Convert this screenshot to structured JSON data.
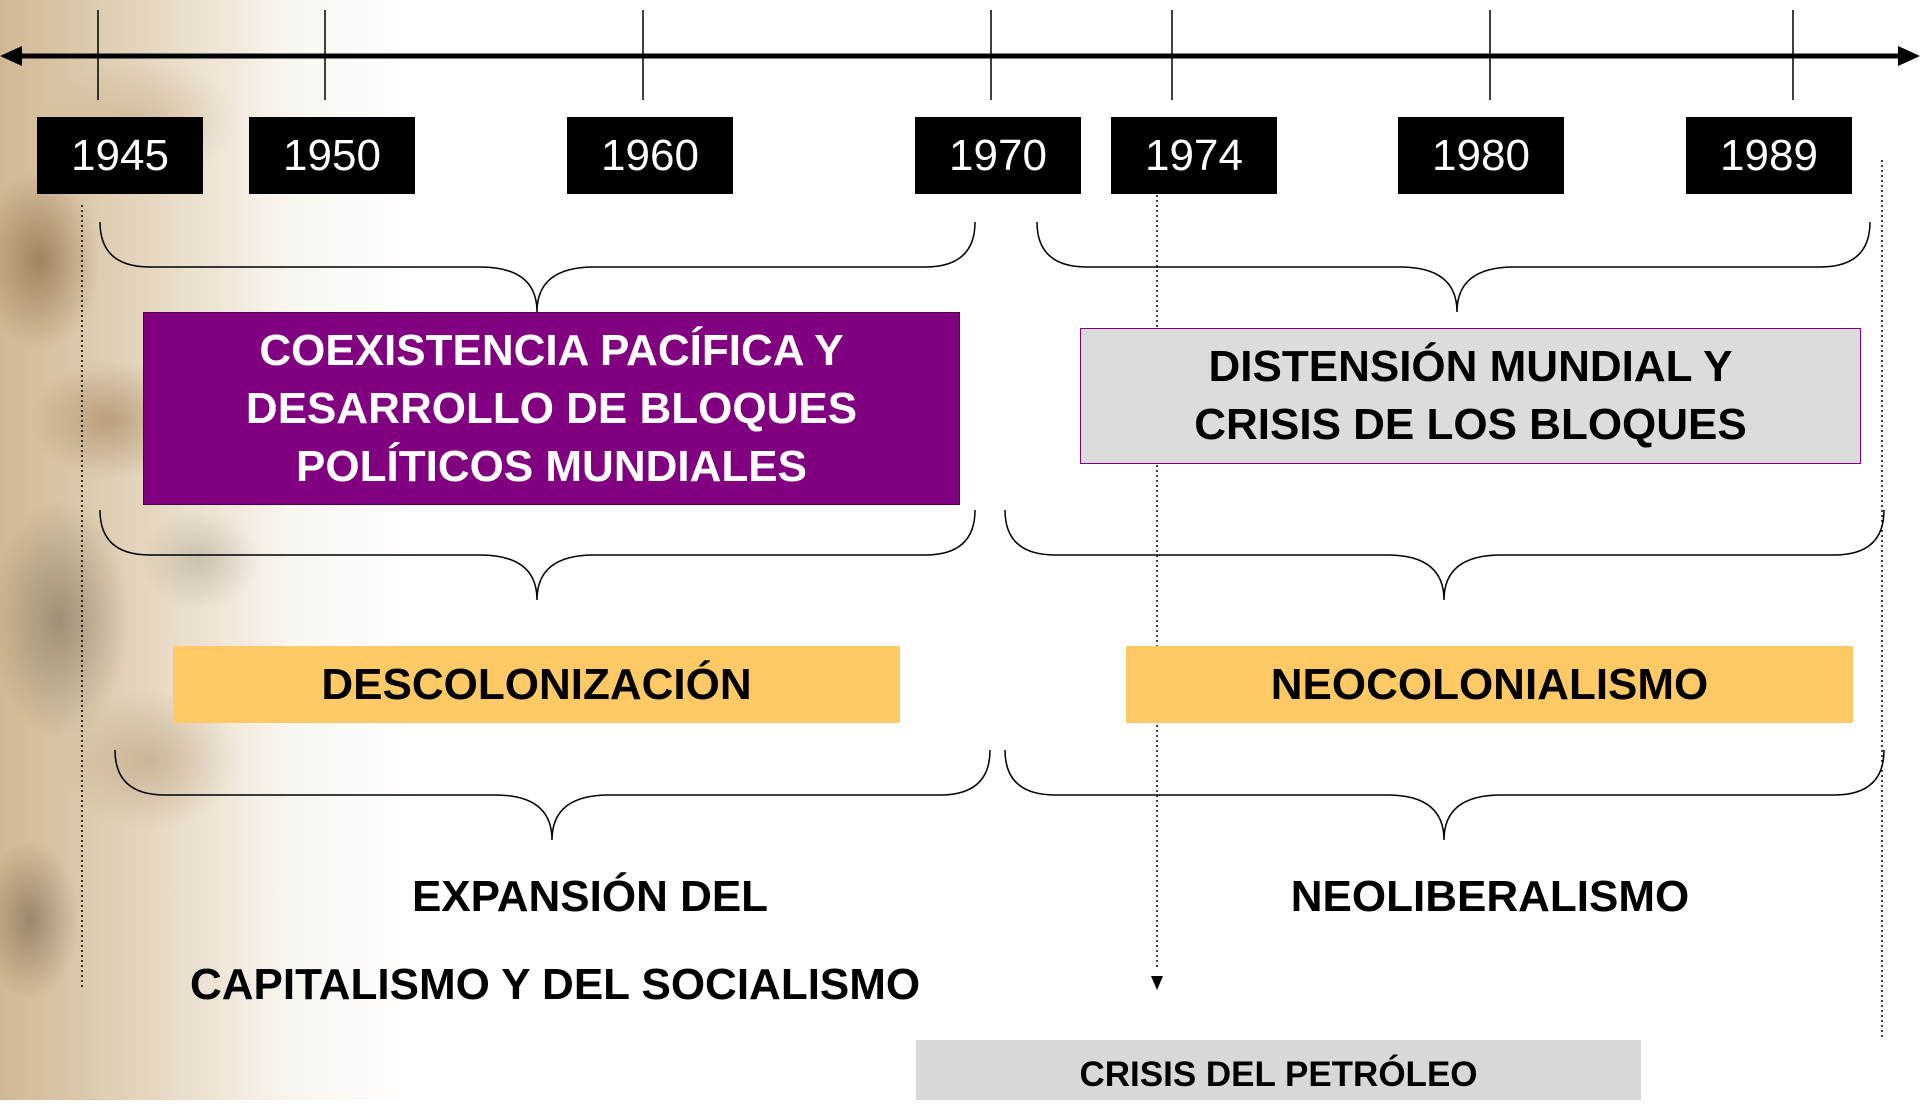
{
  "years": [
    "1945",
    "1950",
    "1960",
    "1970",
    "1974",
    "1980",
    "1989"
  ],
  "periods": {
    "coexistencia": "COEXISTENCIA PACÍFICA Y\nDESARROLLO DE BLOQUES\nPOLÍTICOS MUNDIALES",
    "distension": "DISTENSIÓN MUNDIAL Y\nCRISIS DE LOS BLOQUES"
  },
  "colonial": {
    "left": "DESCOLONIZACIÓN",
    "right": "NEOCOLONIALISMO"
  },
  "economic": {
    "left_line1": "EXPANSIÓN DEL",
    "left_line2": "CAPITALISMO Y DEL SOCIALISMO",
    "right": "NEOLIBERALISMO"
  },
  "crisis": "CRISIS DEL PETRÓLEO",
  "colors": {
    "coexistencia_box": "#800080",
    "distension_box": "#dcdcdc",
    "gold_box": "#ffc966",
    "year_box": "#000000",
    "crisis_box": "#d8d8d8"
  }
}
